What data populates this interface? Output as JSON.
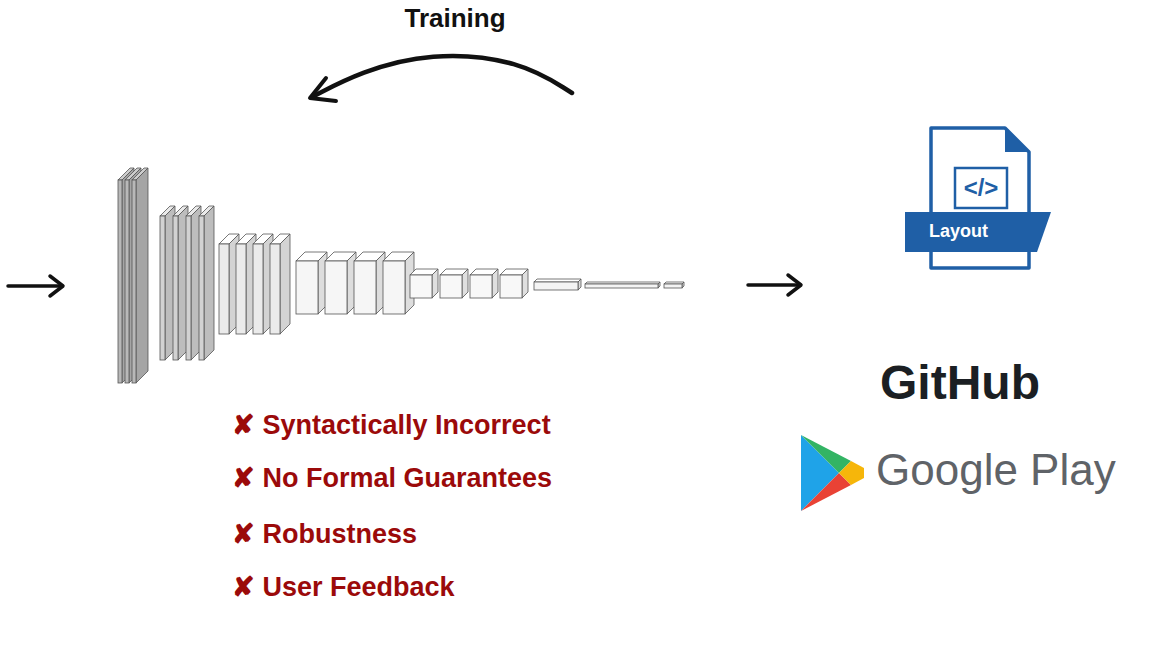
{
  "diagram": {
    "nodes": [
      {
        "text": [
          "</>",
          "Layout"
        ]
      }
    ],
    "labels": [
      "Training",
      "✘ Syntactically Incorrect",
      "✘ No Formal Guarantees",
      "✘ Robustness",
      "✘ User Feedback",
      "GitHub",
      "Google Play"
    ]
  }
}
